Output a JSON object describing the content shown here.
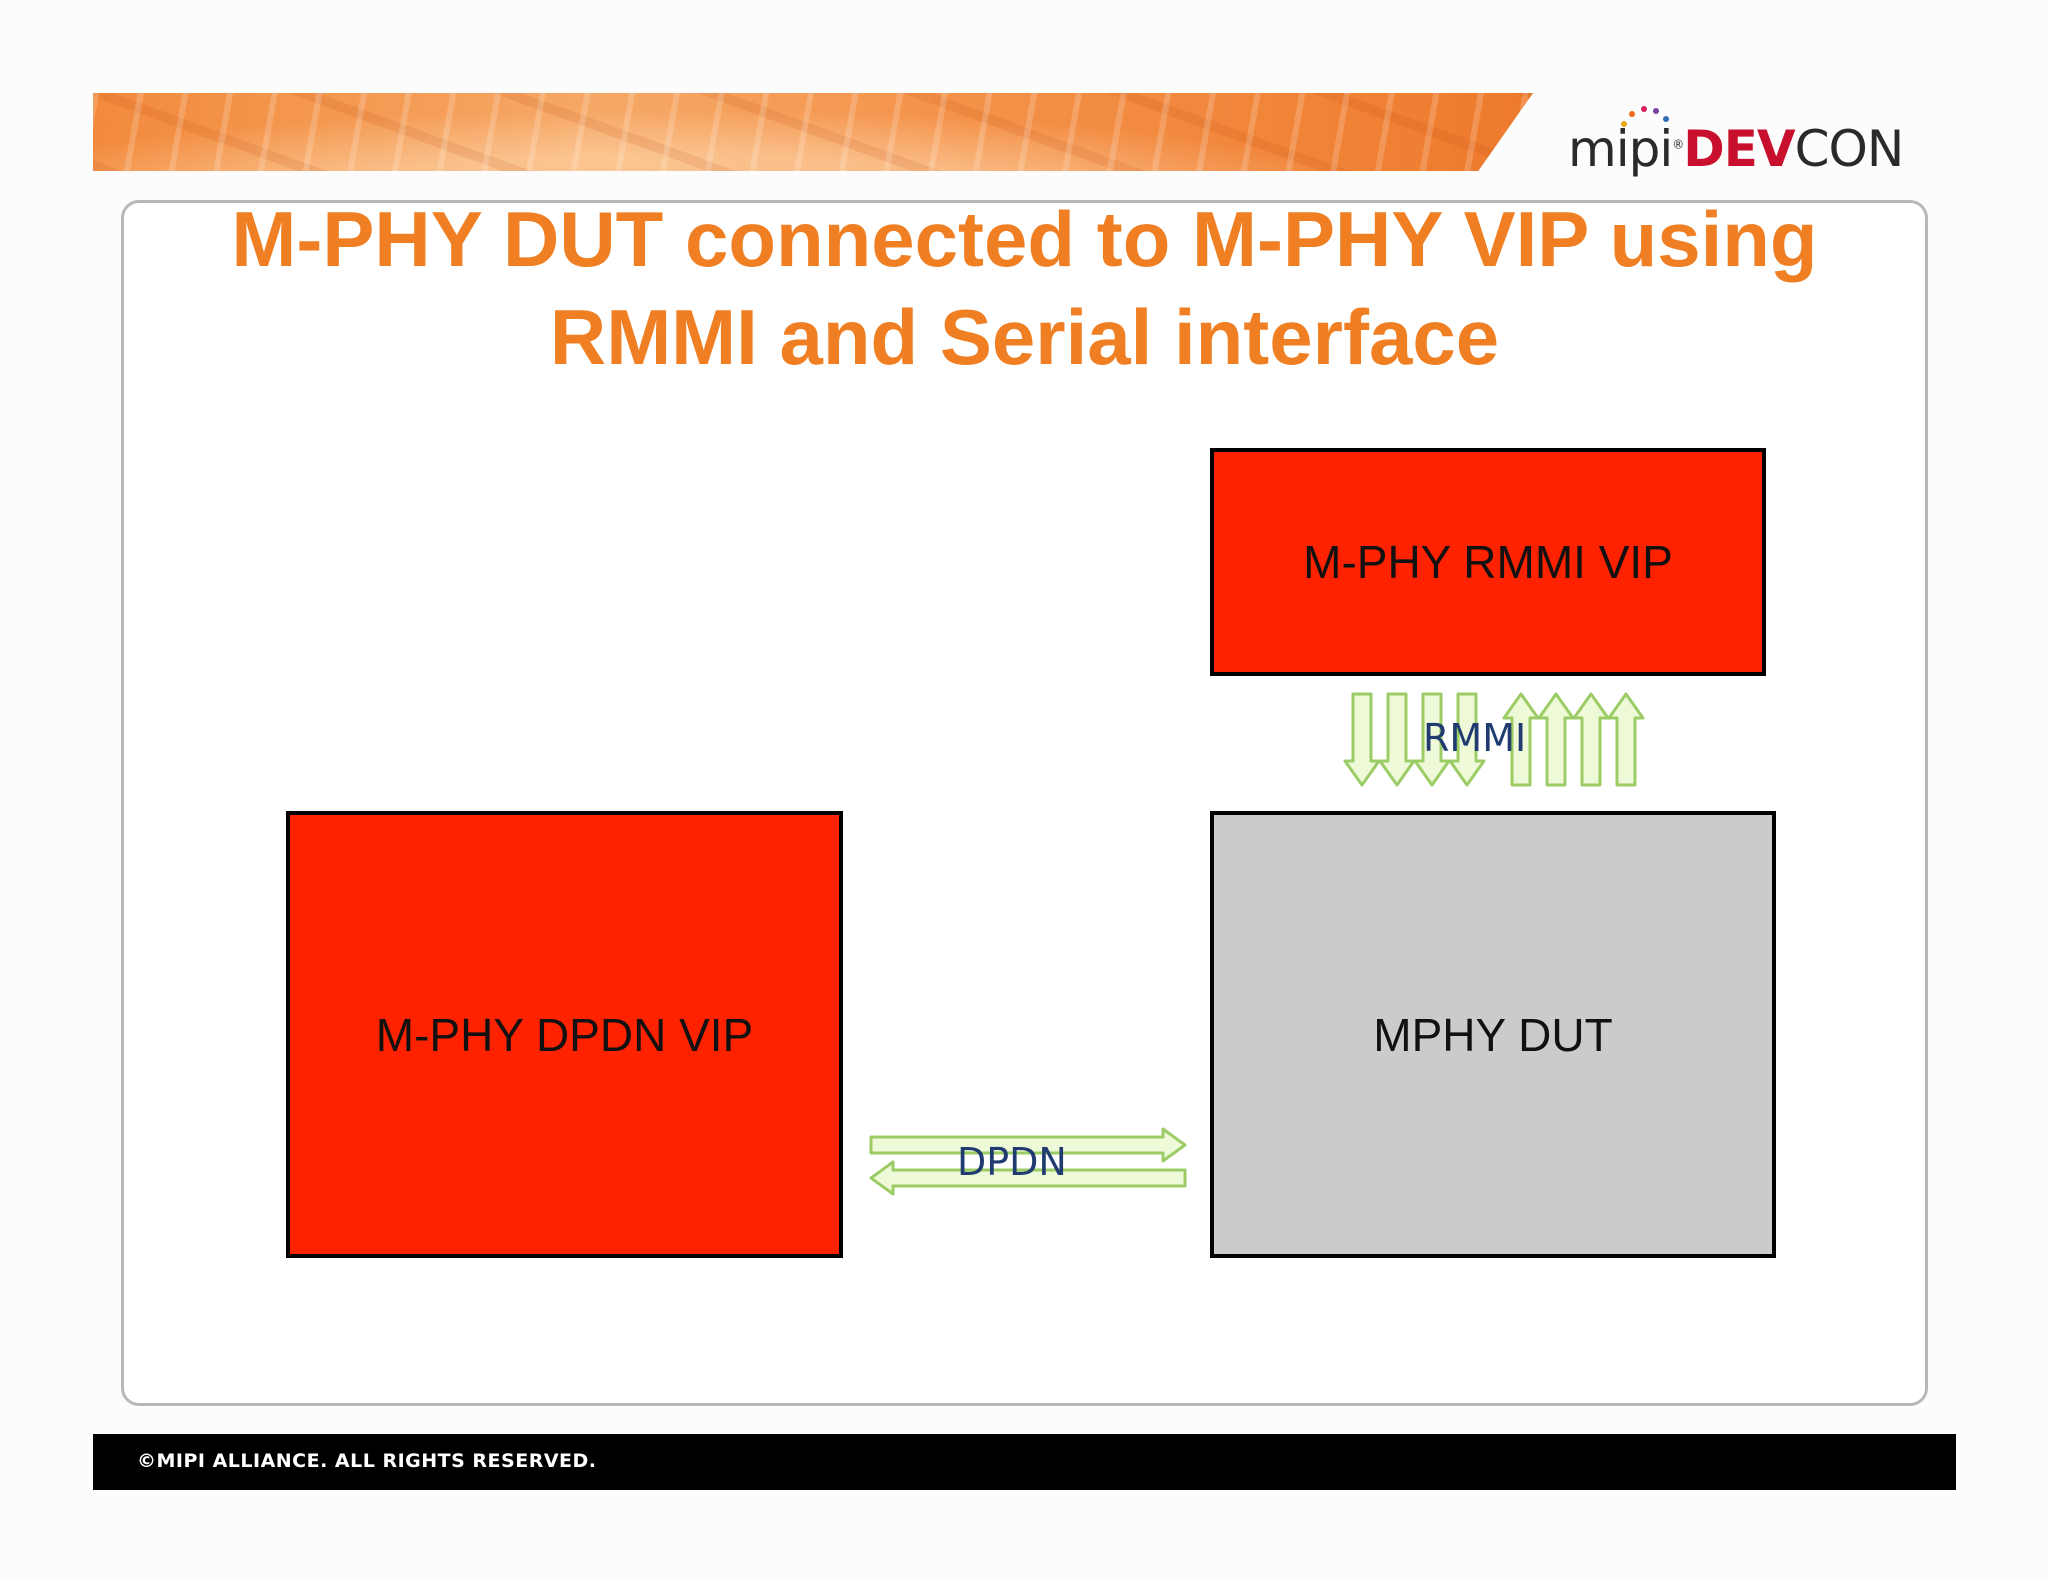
{
  "header": {
    "logo": {
      "mipi": "mipi",
      "registered": "®",
      "dev": "DEV",
      "con": "CON"
    }
  },
  "slide": {
    "title_line1": "M-PHY DUT connected to M-PHY VIP using",
    "title_line2": "RMMI and Serial interface"
  },
  "diagram": {
    "blocks": {
      "rmmi_vip": "M-PHY RMMI VIP",
      "dpdn_vip": "M-PHY DPDN VIP",
      "dut": "MPHY DUT"
    },
    "links": {
      "rmmi": "RMMI",
      "dpdn": "DPDN"
    },
    "colors": {
      "vip_block": "#ff2200",
      "dut_block": "#cbcacd",
      "arrow_fill": "#eef9d8",
      "arrow_stroke": "#9ccc65",
      "link_label": "#1f3b70",
      "title": "#ef7f22"
    }
  },
  "footer": {
    "copyright": "©MIPI ALLIANCE. ALL RIGHTS RESERVED."
  }
}
